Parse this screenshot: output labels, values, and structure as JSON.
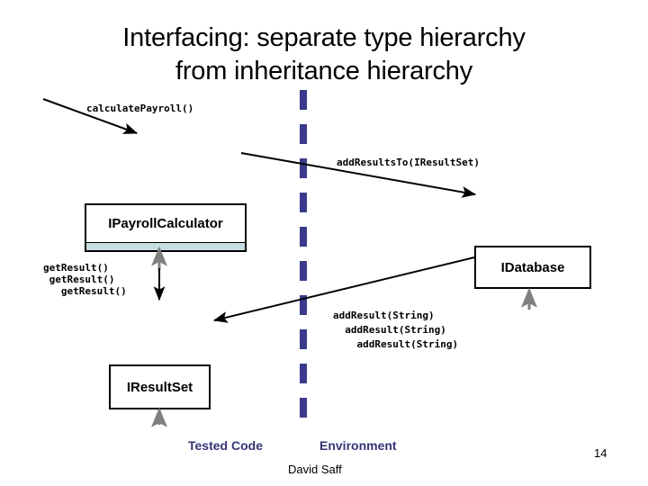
{
  "slide": {
    "title_line1": "Interfacing: separate type hierarchy",
    "title_line2": "from inheritance hierarchy",
    "page_number": "14",
    "author": "David Saff"
  },
  "colors": {
    "divider": "#3a3a8c",
    "box_border": "#000000",
    "box_strip": "#c7dde2",
    "footer_label": "#343477",
    "gray_arrow": "#808080",
    "black_arrow": "#000000"
  },
  "messages": {
    "calculate_payroll": "calculatePayroll()",
    "add_results_to": "addResultsTo(IResultSet)",
    "get_result_1": "getResult()",
    "get_result_2": " getResult()",
    "get_result_3": "   getResult()",
    "add_result_1": "addResult(String)",
    "add_result_2": "  addResult(String)",
    "add_result_3": "    addResult(String)"
  },
  "boxes": {
    "payroll_calculator": "IPayrollCalculator",
    "database": "IDatabase",
    "result_set": "IResultSet"
  },
  "footer": {
    "tested_code": "Tested Code",
    "environment": "Environment"
  }
}
